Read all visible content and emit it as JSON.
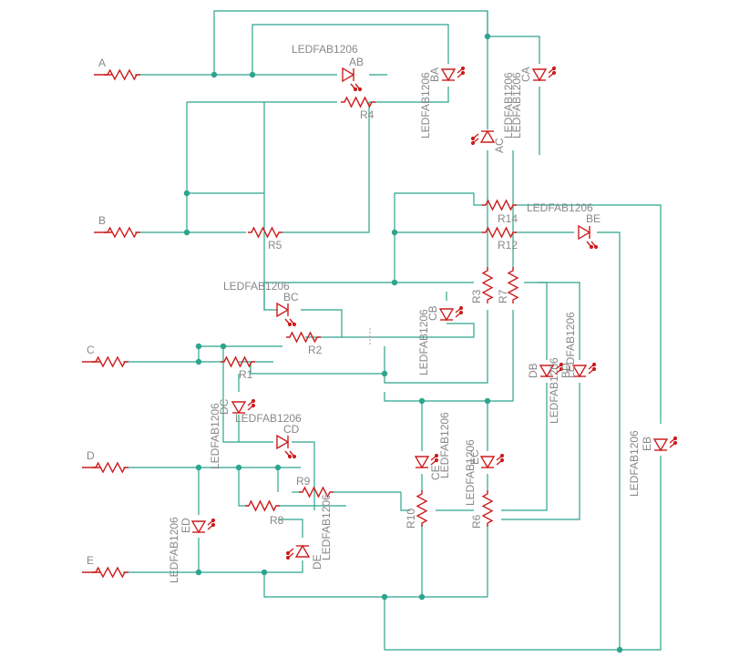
{
  "colors": {
    "wire": "#2ca58d",
    "part": "#cc1f1f",
    "label": "#888888",
    "background": "#ffffff"
  },
  "inputs": [
    {
      "id": "A",
      "label": "A"
    },
    {
      "id": "B",
      "label": "B"
    },
    {
      "id": "C",
      "label": "C"
    },
    {
      "id": "D",
      "label": "D"
    },
    {
      "id": "E",
      "label": "E"
    }
  ],
  "resistors": [
    {
      "id": "R1",
      "label": "R1"
    },
    {
      "id": "R2",
      "label": "R2"
    },
    {
      "id": "R3",
      "label": "R3"
    },
    {
      "id": "R4",
      "label": "R4"
    },
    {
      "id": "R5",
      "label": "R5"
    },
    {
      "id": "R6",
      "label": "R6"
    },
    {
      "id": "R7",
      "label": "R7"
    },
    {
      "id": "R8",
      "label": "R8"
    },
    {
      "id": "R9",
      "label": "R9"
    },
    {
      "id": "R10",
      "label": "R10"
    },
    {
      "id": "R12",
      "label": "R12"
    },
    {
      "id": "R14",
      "label": "R14"
    }
  ],
  "leds": [
    {
      "id": "AB",
      "label": "AB",
      "part": "LEDFAB1206"
    },
    {
      "id": "BA",
      "label": "BA",
      "part": "LEDFAB1206"
    },
    {
      "id": "CA",
      "label": "CA",
      "part": "LEDFAB1206"
    },
    {
      "id": "AC",
      "label": "AC",
      "part": "LEDFAB1206"
    },
    {
      "id": "BE",
      "label": "BE",
      "part": "LEDFAB1206"
    },
    {
      "id": "BC",
      "label": "BC",
      "part": "LEDFAB1206"
    },
    {
      "id": "CB",
      "label": "CB",
      "part": "LEDFAB1206"
    },
    {
      "id": "DB",
      "label": "DB",
      "part": "LEDFAB1206"
    },
    {
      "id": "BD",
      "label": "BD",
      "part": "LEDFAB1206"
    },
    {
      "id": "DC",
      "label": "DC",
      "part": "LEDFAB1206"
    },
    {
      "id": "CD",
      "label": "CD",
      "part": "LEDFAB1206"
    },
    {
      "id": "CE",
      "label": "CE",
      "part": "LEDFAB1206"
    },
    {
      "id": "EC",
      "label": "EC",
      "part": "LEDFAB1206"
    },
    {
      "id": "EB",
      "label": "EB",
      "part": "LEDFAB1206"
    },
    {
      "id": "ED",
      "label": "ED",
      "part": "LEDFAB1206"
    },
    {
      "id": "DE",
      "label": "DE",
      "part": "LEDFAB1206"
    }
  ]
}
